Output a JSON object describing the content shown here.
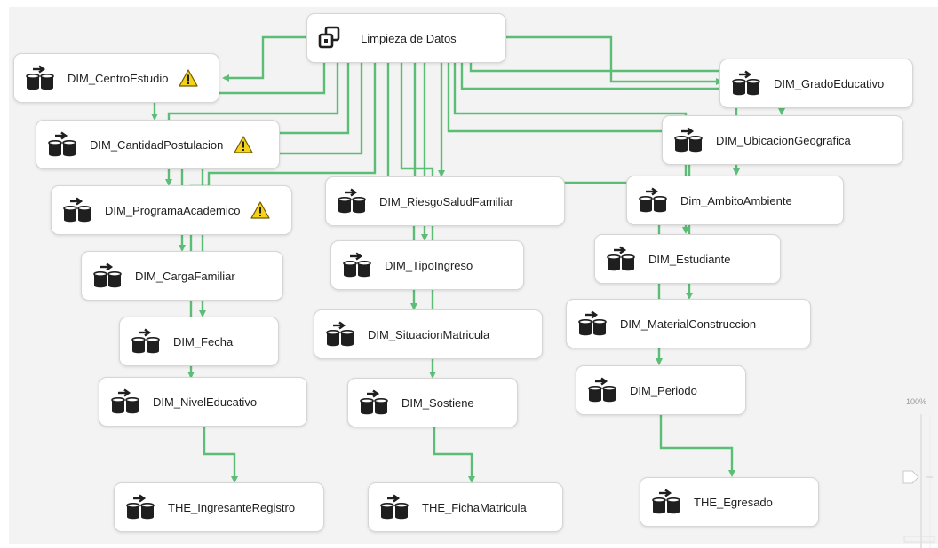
{
  "canvas": {
    "background": "#f3f3f3",
    "connector_color": "#5cbd77",
    "warning_color": "#f5d21a"
  },
  "nodes": {
    "root": {
      "label": "Limpieza de Datos",
      "icon": "sequence-container-icon"
    },
    "centro": {
      "label": "DIM_CentroEstudio",
      "icon": "data-flow-task-icon",
      "warning": true
    },
    "cantidad": {
      "label": "DIM_CantidadPostulacion",
      "icon": "data-flow-task-icon",
      "warning": true
    },
    "programa": {
      "label": "DIM_ProgramaAcademico",
      "icon": "data-flow-task-icon",
      "warning": true
    },
    "carga": {
      "label": "DIM_CargaFamiliar",
      "icon": "data-flow-task-icon"
    },
    "fecha": {
      "label": "DIM_Fecha",
      "icon": "data-flow-task-icon"
    },
    "nivel": {
      "label": "DIM_NivelEducativo",
      "icon": "data-flow-task-icon"
    },
    "the_ing": {
      "label": "THE_IngresanteRegistro",
      "icon": "data-flow-task-icon"
    },
    "riesgo": {
      "label": "DIM_RiesgoSaludFamiliar",
      "icon": "data-flow-task-icon"
    },
    "tipo": {
      "label": "DIM_TipoIngreso",
      "icon": "data-flow-task-icon"
    },
    "situacion": {
      "label": "DIM_SituacionMatricula",
      "icon": "data-flow-task-icon"
    },
    "sostiene": {
      "label": "DIM_Sostiene",
      "icon": "data-flow-task-icon"
    },
    "the_ficha": {
      "label": "THE_FichaMatricula",
      "icon": "data-flow-task-icon"
    },
    "grado": {
      "label": "DIM_GradoEducativo",
      "icon": "data-flow-task-icon"
    },
    "ubicacion": {
      "label": "DIM_UbicacionGeografica",
      "icon": "data-flow-task-icon"
    },
    "ambito": {
      "label": "Dim_AmbitoAmbiente",
      "icon": "data-flow-task-icon"
    },
    "estudiante": {
      "label": "DIM_Estudiante",
      "icon": "data-flow-task-icon"
    },
    "material": {
      "label": "DIM_MaterialConstruccion",
      "icon": "data-flow-task-icon"
    },
    "periodo": {
      "label": "DIM_Periodo",
      "icon": "data-flow-task-icon"
    },
    "the_egr": {
      "label": "THE_Egresado",
      "icon": "data-flow-task-icon"
    }
  },
  "zoom": {
    "label": "100%",
    "icon": "zoom-slider-icon"
  }
}
